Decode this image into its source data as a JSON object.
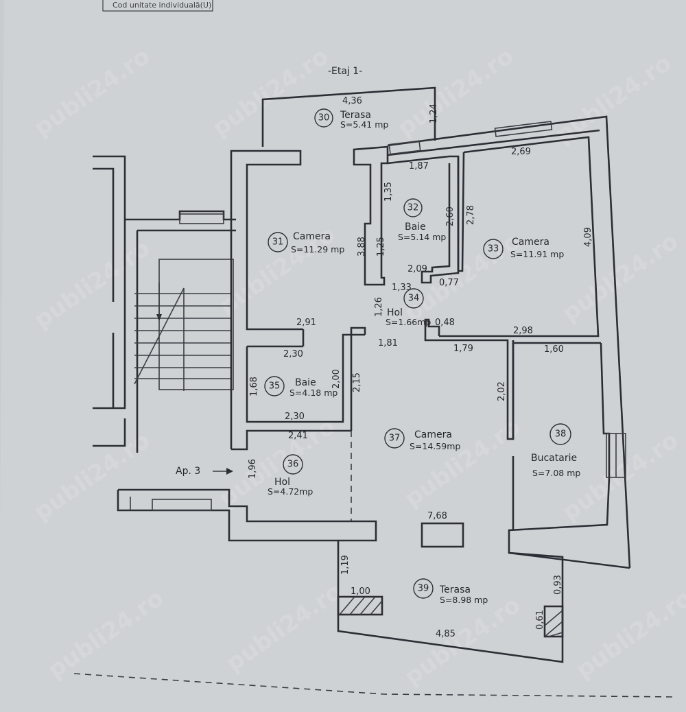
{
  "header": {
    "code_label": "Cod unitate individuală(U)"
  },
  "plan": {
    "floor_title": "-Etaj 1-",
    "apartment_label": "Ap. 3",
    "watermark": "publi24.ro"
  },
  "rooms": [
    {
      "id": "30",
      "name": "Terasa",
      "area": "S=5.41 mp"
    },
    {
      "id": "31",
      "name": "Camera",
      "area": "S=11.29 mp"
    },
    {
      "id": "32",
      "name": "Baie",
      "area": "S=5.14 mp"
    },
    {
      "id": "33",
      "name": "Camera",
      "area": "S=11.91 mp"
    },
    {
      "id": "34",
      "name": "Hol",
      "area": "S=1.66mp"
    },
    {
      "id": "35",
      "name": "Baie",
      "area": "S=4.18 mp"
    },
    {
      "id": "36",
      "name": "Hol",
      "area": "S=4.72mp"
    },
    {
      "id": "37",
      "name": "Camera",
      "area": "S=14.59mp"
    },
    {
      "id": "38",
      "name": "Bucatarie",
      "area": "S=7.08 mp"
    },
    {
      "id": "39",
      "name": "Terasa",
      "area": "S=8.98 mp"
    }
  ],
  "dimensions": [
    "4,36",
    "1,24",
    "1,87",
    "2,69",
    "1,35",
    "2,60",
    "2,78",
    "3,88",
    "1,25",
    "2,09",
    "1,33",
    "0,77",
    "4,09",
    "1,26",
    "0,48",
    "2,91",
    "1,81",
    "2,98",
    "2,30",
    "1,79",
    "1,60",
    "1,68",
    "2,00",
    "2,15",
    "2,02",
    "2,30",
    "2,41",
    "1,96",
    "7,68",
    "1,19",
    "1,00",
    "0,93",
    "0,61",
    "4,85"
  ]
}
